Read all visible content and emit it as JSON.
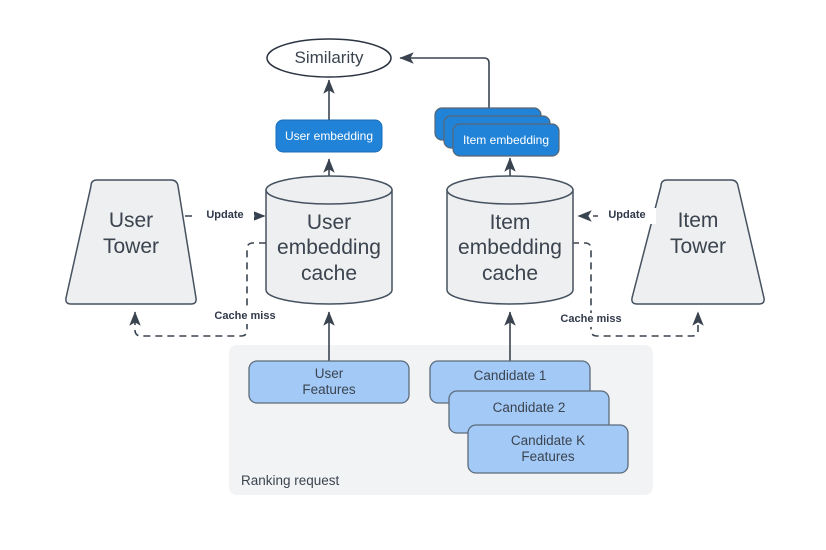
{
  "diagram": {
    "title_text": "",
    "colors": {
      "embedding_blue": "#2083D8",
      "feature_blue": "#A3C9F7",
      "shape_gray_fill": "#EDEFF0",
      "shape_stroke": "#46525F",
      "panel_fill": "#F2F3F5",
      "text_dark": "#3B444F",
      "arrow": "#3A4450"
    },
    "nodes": {
      "similarity": {
        "label": "Similarity",
        "shape": "ellipse"
      },
      "user_embedding": {
        "label": "User embedding",
        "shape": "rounded-rect"
      },
      "item_embedding": {
        "label": "Item embedding",
        "shape": "stacked-rounded-rect",
        "stack_count": 3
      },
      "user_tower": {
        "label_line1": "User",
        "label_line2": "Tower",
        "shape": "trapezoid"
      },
      "item_tower": {
        "label_line1": "Item",
        "label_line2": "Tower",
        "shape": "trapezoid"
      },
      "user_cache": {
        "label_line1": "User",
        "label_line2": "embedding",
        "label_line3": "cache",
        "shape": "cylinder"
      },
      "item_cache": {
        "label_line1": "Item",
        "label_line2": "embedding",
        "label_line3": "cache",
        "shape": "cylinder"
      },
      "user_features": {
        "label_line1": "User",
        "label_line2": "Features",
        "shape": "rounded-rect"
      },
      "candidate_1": {
        "label": "Candidate 1",
        "shape": "rounded-rect"
      },
      "candidate_2": {
        "label": "Candidate 2",
        "shape": "rounded-rect"
      },
      "candidate_k": {
        "label_line1": "Candidate K",
        "label_line2": "Features",
        "shape": "rounded-rect"
      }
    },
    "panel": {
      "label": "Ranking request"
    },
    "edges": {
      "user_update": {
        "label": "Update",
        "style": "dashed",
        "direction": "right"
      },
      "item_update": {
        "label": "Update",
        "style": "dashed",
        "direction": "left"
      },
      "user_cache_miss": {
        "label": "Cache miss",
        "style": "dashed"
      },
      "item_cache_miss": {
        "label": "Cache miss",
        "style": "dashed"
      }
    }
  }
}
